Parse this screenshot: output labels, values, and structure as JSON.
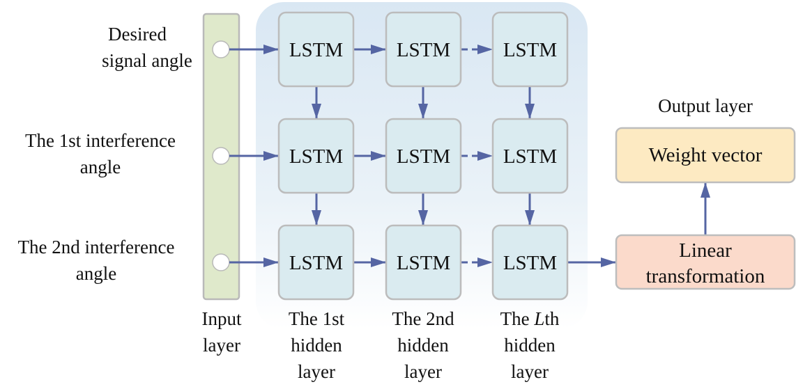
{
  "inputs": [
    {
      "line1": "Desired",
      "line2": "signal angle"
    },
    {
      "line1": "The 1st interference",
      "line2": "angle"
    },
    {
      "line1": "The 2nd interference",
      "line2": "angle"
    }
  ],
  "cell_label": "LSTM",
  "bottom_labels": {
    "input": {
      "line1": "Input",
      "line2": "layer"
    },
    "h1": {
      "line1": "The 1st",
      "line2": "hidden",
      "line3": "layer"
    },
    "h2": {
      "line1": "The 2nd",
      "line2": "hidden",
      "line3": "layer"
    },
    "hL": {
      "line1a": "The ",
      "line1b": "L",
      "line1c": "th",
      "line2": "hidden",
      "line3": "layer"
    }
  },
  "output": {
    "title": "Output layer",
    "weight": "Weight vector",
    "linear_line1": "Linear",
    "linear_line2": "transformation"
  },
  "colors": {
    "arrow": "#5565a3",
    "input_bar": "#dfe9cb",
    "lstm": "#daebf0",
    "weight": "#fdeac2",
    "linear": "#fbdacb"
  }
}
